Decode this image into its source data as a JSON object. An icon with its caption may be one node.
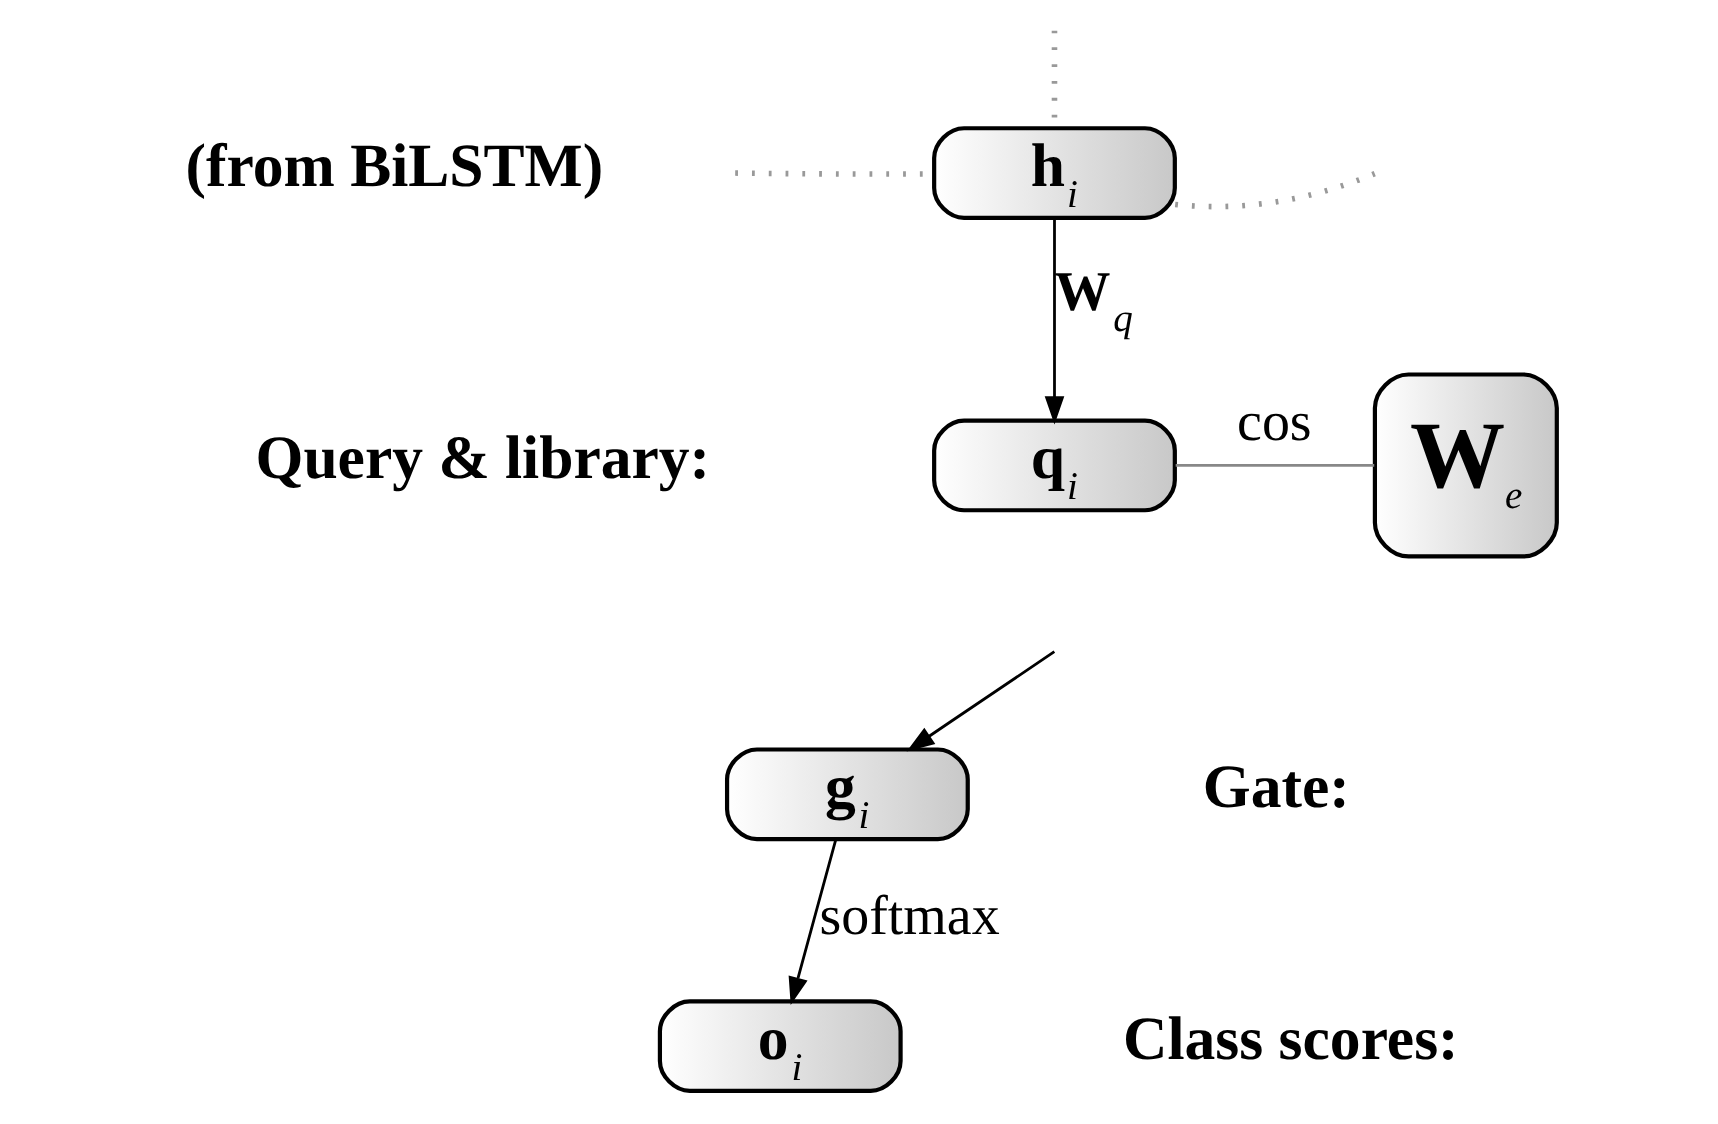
{
  "diagram": {
    "nodes": [
      {
        "text": [
          "**h**$_{i}$"
        ]
      },
      {
        "text": [
          "**q**$_{i}$"
        ]
      },
      {
        "text": [
          "**W**$_{e}$"
        ]
      },
      {
        "text": [
          "**g**$_{i}$"
        ]
      },
      {
        "text": [
          "**o**$_{i}$"
        ]
      }
    ],
    "edges": [
      {
        "from": null,
        "to": 0,
        "arrow": "none",
        "style": "dashed",
        "color": "#999999"
      },
      {
        "from": null,
        "to": 0,
        "arrow": "none",
        "style": "dashed",
        "color": "#999999"
      },
      {
        "from": 0,
        "to": null,
        "arrow": "none",
        "style": "dashed",
        "color": "#999999"
      },
      {
        "from": 0,
        "to": 1,
        "arrow": "to",
        "label": "**W**$_{q}$",
        "color": "#000000"
      },
      {
        "from": 1,
        "to": 2,
        "arrow": "none",
        "label": "cos",
        "color": "#888888"
      },
      {
        "from": null,
        "to": 3,
        "arrow": "to",
        "color": "#000000"
      },
      {
        "from": 3,
        "to": 4,
        "arrow": "to",
        "label": "softmax",
        "color": "#000000"
      }
    ],
    "labels": [
      "(from BiLSTM)",
      "Query & library:",
      "Gate:",
      "Class scores:"
    ]
  }
}
